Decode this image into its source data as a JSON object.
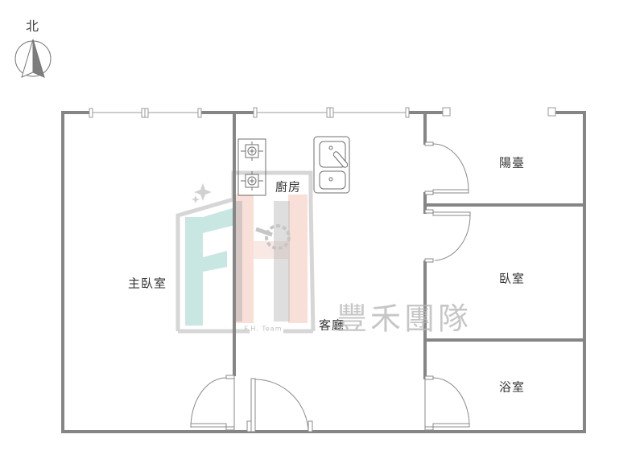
{
  "compass": {
    "label": "北",
    "icon": "north-arrow-icon"
  },
  "rooms": [
    {
      "id": "master-bedroom",
      "label": "主臥室"
    },
    {
      "id": "kitchen",
      "label": "廚房"
    },
    {
      "id": "living-room",
      "label": "客廳"
    },
    {
      "id": "balcony",
      "label": "陽臺"
    },
    {
      "id": "bedroom",
      "label": "臥室"
    },
    {
      "id": "bathroom",
      "label": "浴室"
    }
  ],
  "fixtures": [
    {
      "id": "stove",
      "icon": "gas-stove-icon",
      "burners": 2
    },
    {
      "id": "sink",
      "icon": "kitchen-sink-icon",
      "basins": 2
    }
  ],
  "watermark": {
    "brand": "豐禾團隊",
    "subtitle": "F.H. Team",
    "icon": "fh-logo-icon"
  },
  "colors": {
    "wall": "#858585",
    "thin_line": "#8a8a8a",
    "text": "#333333",
    "watermark_teal": "#b9e0da",
    "watermark_pink": "#f8d8d0",
    "watermark_gray": "#c8c8c8"
  }
}
